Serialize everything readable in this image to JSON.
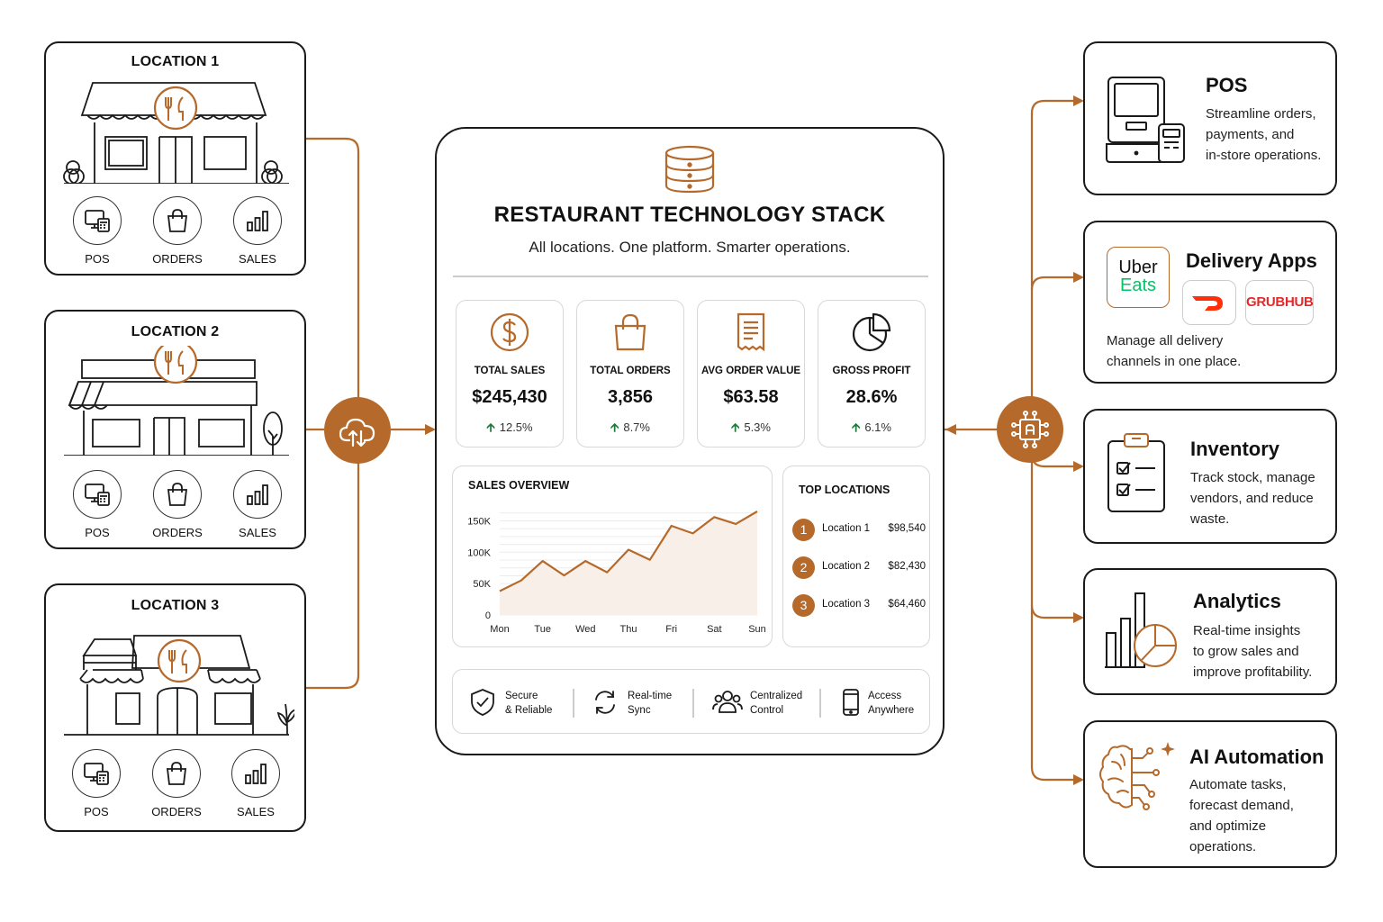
{
  "center": {
    "title": "RESTAURANT TECHNOLOGY STACK",
    "subtitle": "All locations. One platform. Smarter operations.",
    "kpis": [
      {
        "label": "TOTAL SALES",
        "value": "$245,430",
        "change": "12.5%",
        "icon": "dollar-icon"
      },
      {
        "label": "TOTAL ORDERS",
        "value": "3,856",
        "change": "8.7%",
        "icon": "shopping-bag-icon"
      },
      {
        "label": "AVG ORDER VALUE",
        "value": "$63.58",
        "change": "5.3%",
        "icon": "receipt-icon"
      },
      {
        "label": "GROSS PROFIT",
        "value": "28.6%",
        "change": "6.1%",
        "icon": "pie-chart-icon"
      }
    ],
    "sales_overview": {
      "title": "SALES OVERVIEW"
    },
    "top_locations": {
      "title": "TOP LOCATIONS",
      "items": [
        {
          "rank": "1",
          "name": "Location 1",
          "value": "$98,540"
        },
        {
          "rank": "2",
          "name": "Location 2",
          "value": "$82,430"
        },
        {
          "rank": "3",
          "name": "Location 3",
          "value": "$64,460"
        }
      ]
    },
    "features": [
      {
        "line1": "Secure",
        "line2": "& Reliable",
        "icon": "shield-check-icon"
      },
      {
        "line1": "Real-time",
        "line2": "Sync",
        "icon": "sync-icon"
      },
      {
        "line1": "Centralized",
        "line2": "Control",
        "icon": "users-icon"
      },
      {
        "line1": "Access",
        "line2": "Anywhere",
        "icon": "mobile-icon"
      }
    ]
  },
  "chart_data": {
    "type": "area",
    "title": "SALES OVERVIEW",
    "categories": [
      "Mon",
      "Tue",
      "Wed",
      "Thu",
      "Fri",
      "Sat",
      "Sun"
    ],
    "x": [
      0,
      0.5,
      1,
      1.5,
      2,
      2.5,
      3,
      3.5,
      4,
      4.5,
      5,
      5.5,
      6
    ],
    "values": [
      38,
      55,
      86,
      63,
      86,
      68,
      104,
      88,
      142,
      130,
      156,
      145,
      165
    ],
    "ylim": [
      0,
      165
    ],
    "yticks": [
      "0",
      "50K",
      "100K",
      "150K"
    ],
    "ytick_values": [
      0,
      50,
      100,
      150
    ],
    "grid": true,
    "line_color": "#b56a2c",
    "fill_color": "#f8efe8"
  },
  "locations": [
    {
      "title": "LOCATION 1",
      "modules": [
        {
          "label": "POS",
          "icon": "pos-terminal-icon"
        },
        {
          "label": "ORDERS",
          "icon": "shopping-bag-icon"
        },
        {
          "label": "SALES",
          "icon": "bar-chart-icon"
        }
      ]
    },
    {
      "title": "LOCATION 2",
      "modules": [
        {
          "label": "POS",
          "icon": "pos-terminal-icon"
        },
        {
          "label": "ORDERS",
          "icon": "shopping-bag-icon"
        },
        {
          "label": "SALES",
          "icon": "bar-chart-icon"
        }
      ]
    },
    {
      "title": "LOCATION 3",
      "modules": [
        {
          "label": "POS",
          "icon": "pos-terminal-icon"
        },
        {
          "label": "ORDERS",
          "icon": "shopping-bag-icon"
        },
        {
          "label": "SALES",
          "icon": "bar-chart-icon"
        }
      ]
    }
  ],
  "hubs": {
    "left_icon": "cloud-sync-icon",
    "right_icon": "ai-chip-icon"
  },
  "integrations": [
    {
      "title": "POS",
      "desc": [
        "Streamline orders,",
        "payments, and",
        "in-store operations."
      ],
      "icon": "pos-kiosk-icon"
    },
    {
      "title": "Delivery Apps",
      "logos": {
        "uber_line1": "Uber",
        "uber_line2": "Eats",
        "grubhub": "GRUBHUB"
      },
      "desc": [
        "Manage all delivery",
        "channels in one place."
      ],
      "icon": "delivery-logos"
    },
    {
      "title": "Inventory",
      "desc": [
        "Track stock, manage",
        "vendors, and reduce",
        "waste."
      ],
      "icon": "clipboard-check-icon"
    },
    {
      "title": "Analytics",
      "desc": [
        "Real-time insights",
        "to grow sales and",
        "improve profitability."
      ],
      "icon": "analytics-icon"
    },
    {
      "title": "AI Automation",
      "desc": [
        "Automate tasks,",
        "forecast demand,",
        "and optimize",
        "operations."
      ],
      "icon": "brain-circuit-icon"
    }
  ],
  "colors": {
    "accent": "#b56a2c",
    "positive": "#1e7a3a",
    "doordash": "#ff3008",
    "grubhub": "#e02b2b",
    "ubereats_green": "#06c167"
  }
}
